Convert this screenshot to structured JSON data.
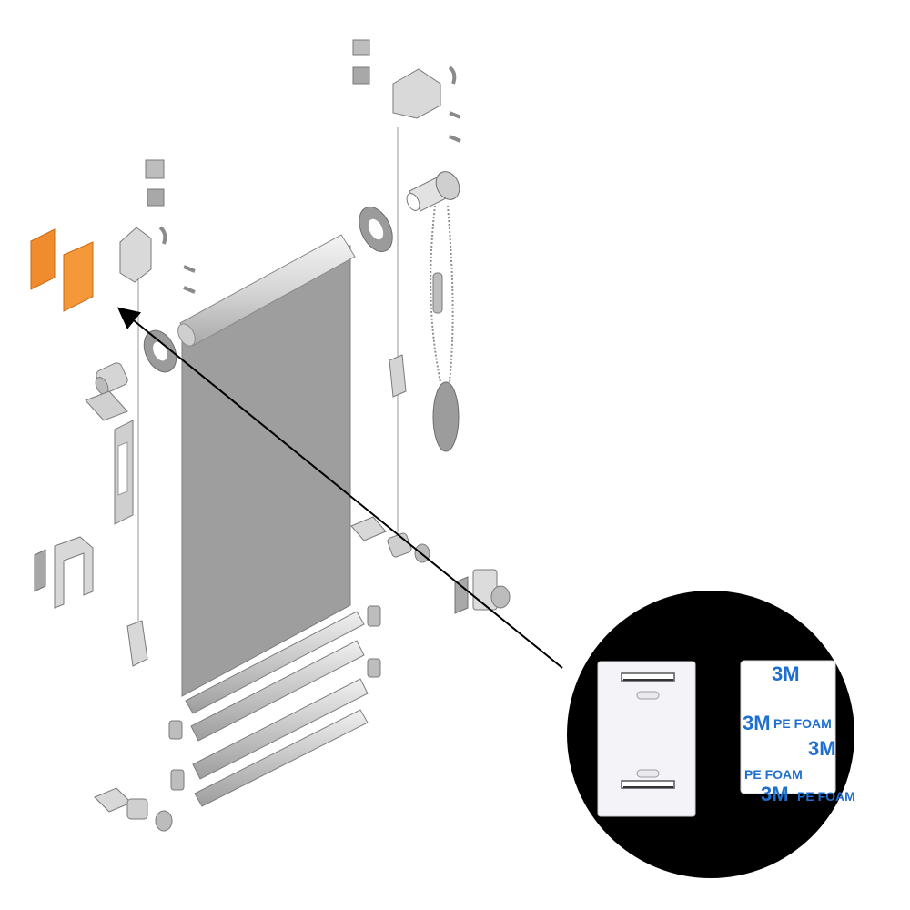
{
  "figure": {
    "description_visible": false,
    "colors": {
      "background": "#ffffff",
      "part_light": "#e6e6e6",
      "part_mid": "#bdbdbd",
      "part_dark": "#8f8f8f",
      "fabric": "#9e9e9e",
      "highlight_orange": "#f08c2e",
      "callout_bg": "#000000",
      "tape_blue": "#1e6fd0",
      "arrow": "#000000"
    }
  },
  "callout": {
    "tape": {
      "brand_1": "3M",
      "brand_2": "3M",
      "brand_3": "3M",
      "brand_4": "3M",
      "line_1": "PE FOAM",
      "line_2": "PE FOAM",
      "line_3": "PE FOAM"
    }
  }
}
